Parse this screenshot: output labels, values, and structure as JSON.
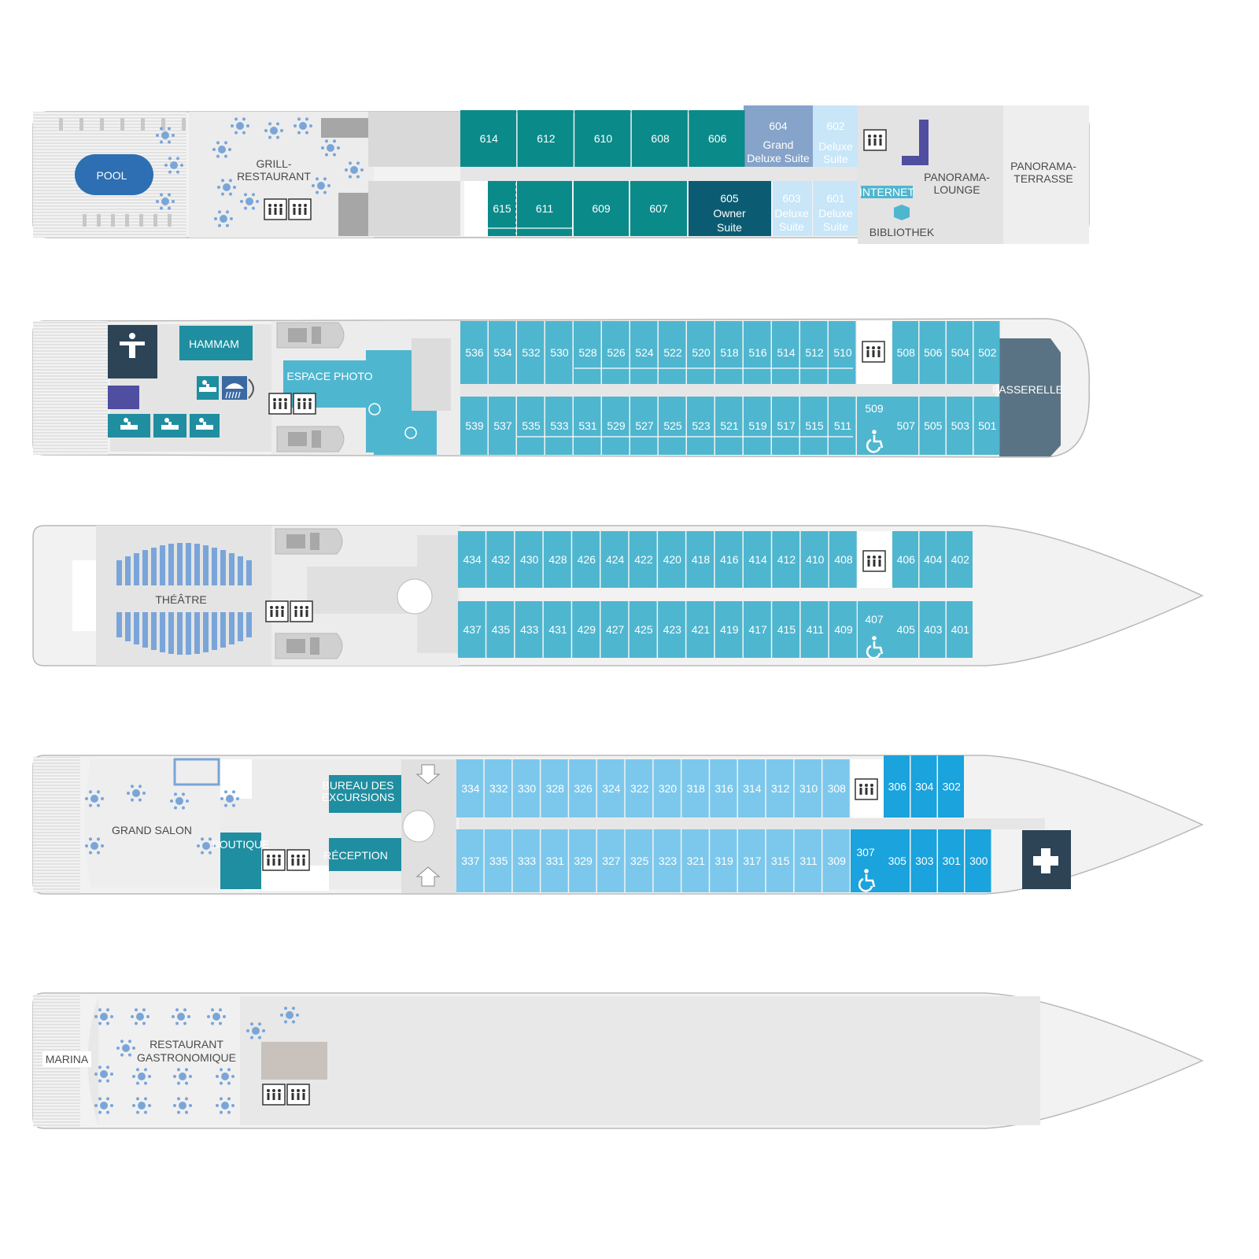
{
  "colors": {
    "hull": "#f2f2f2",
    "hull_stroke": "#b9b9b9",
    "corridor": "#e6e6e6",
    "deck_grey": "#d9d9d9",
    "dark_grey": "#9a9a9a",
    "teal_dark": "#0b8a8a",
    "teal_navy": "#0b5c72",
    "slate_blue": "#86a3c9",
    "pale_blue": "#c8e6f7",
    "cyan": "#4fb6cf",
    "sky": "#7cc8ec",
    "bright_blue": "#1aa3dc",
    "service_teal": "#1f8ea0",
    "navy": "#2d4356",
    "purple": "#4f4ea0",
    "bridge": "#5a7384",
    "table_blue": "#7aa5d8",
    "white": "#ffffff"
  },
  "decks": {
    "deck6": {
      "cabins_top": [
        "614",
        "612",
        "610",
        "608",
        "606"
      ],
      "cabins_bottom": [
        "615",
        "611",
        "609",
        "607"
      ],
      "suite_605": [
        "605",
        "Owner",
        "Suite"
      ],
      "suite_604": [
        "604",
        "Grand",
        "Deluxe Suite"
      ],
      "suite_602": [
        "602",
        "Deluxe",
        "Suite"
      ],
      "suite_603": [
        "603",
        "Deluxe",
        "Suite"
      ],
      "suite_601": [
        "601",
        "Deluxe",
        "Suite"
      ],
      "pool": "POOL",
      "grill": [
        "GRILL-",
        "RESTAURANT"
      ],
      "lounge": [
        "PANORAMA-",
        "LOUNGE"
      ],
      "terrace": [
        "PANORAMA-",
        "TERRASSE"
      ],
      "internet": "INTERNET",
      "library": "BIBLIOTHEK"
    },
    "deck5": {
      "cabins_top_a": [
        "536",
        "534",
        "532",
        "530",
        "528",
        "526",
        "524",
        "522",
        "520",
        "518",
        "516",
        "514",
        "512",
        "510"
      ],
      "cabins_top_b": [
        "508",
        "506",
        "504",
        "502"
      ],
      "cabins_bottom_a": [
        "539",
        "537",
        "535",
        "533",
        "531",
        "529",
        "527",
        "525",
        "523",
        "521",
        "519",
        "517",
        "515",
        "511"
      ],
      "cabin_access": "509",
      "cabins_bottom_b": [
        "507",
        "505",
        "503",
        "501"
      ],
      "hammam": "HAMMAM",
      "photo": "ESPACE PHOTO",
      "bridge": "PASSERELLE"
    },
    "deck4": {
      "cabins_top_a": [
        "434",
        "432",
        "430",
        "428",
        "426",
        "424",
        "422",
        "420",
        "418",
        "416",
        "414",
        "412",
        "410",
        "408"
      ],
      "cabins_top_b": [
        "406",
        "404",
        "402"
      ],
      "cabins_bottom_a": [
        "437",
        "435",
        "433",
        "431",
        "429",
        "427",
        "425",
        "423",
        "421",
        "419",
        "417",
        "415",
        "411",
        "409"
      ],
      "cabin_access": "407",
      "cabins_bottom_b": [
        "405",
        "403",
        "401"
      ],
      "theatre": "THÉÂTRE"
    },
    "deck3": {
      "cabins_top_a": [
        "334",
        "332",
        "330",
        "328",
        "326",
        "324",
        "322",
        "320",
        "318",
        "316",
        "314",
        "312",
        "310",
        "308"
      ],
      "cabins_top_b": [
        "306",
        "304",
        "302"
      ],
      "cabins_bottom_a": [
        "337",
        "335",
        "333",
        "331",
        "329",
        "327",
        "325",
        "323",
        "321",
        "319",
        "317",
        "315",
        "311",
        "309"
      ],
      "cabin_access": "307",
      "cabins_bottom_b": [
        "305",
        "303",
        "301",
        "300"
      ],
      "salon": "GRAND SALON",
      "boutique": "BOUTIQUE",
      "excursions": [
        "BUREAU DES",
        "EXCURSIONS"
      ],
      "reception": "RÉCEPTION"
    },
    "deck2": {
      "marina": "MARINA",
      "restaurant": [
        "RESTAURANT",
        "GASTRONOMIQUE"
      ]
    }
  },
  "icons": {
    "elevator": "elevator-icon",
    "wheelchair": "wheelchair-icon",
    "fitness": "fitness-icon",
    "spa": "spa-icon",
    "shower": "shower-icon",
    "camera": "camera-icon",
    "lifeboat": "lifeboat-icon",
    "medical": "medical-cross-icon",
    "stairs": "stairs-arrow-icon",
    "books": "library-icon",
    "table": "dining-table-icon"
  }
}
